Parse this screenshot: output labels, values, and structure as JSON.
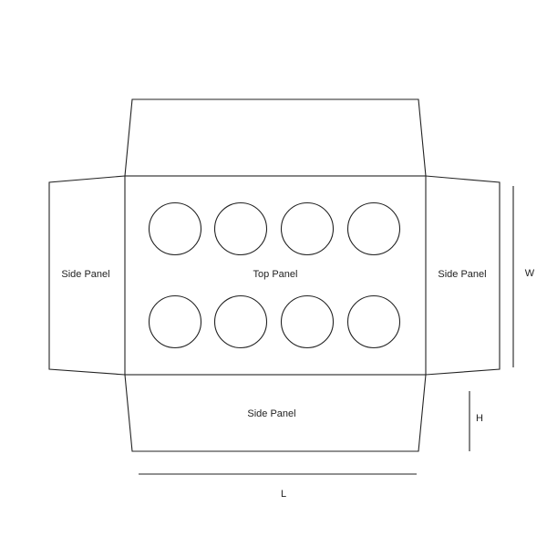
{
  "diagram": {
    "panels": {
      "top": "Top Panel",
      "left": "Side Panel",
      "right": "Side Panel",
      "bottom": "Side Panel"
    },
    "cutouts": {
      "rows": 2,
      "columns": 4
    },
    "dimensions": {
      "length": "L",
      "width": "W",
      "height": "H"
    },
    "colors": {
      "line": "#222222",
      "background": "#ffffff"
    }
  }
}
